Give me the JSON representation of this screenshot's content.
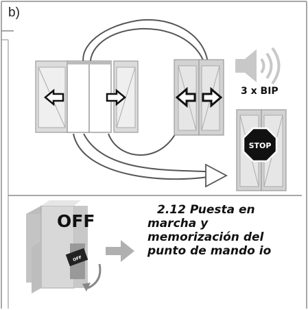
{
  "panel_label": "b)",
  "beep_label": "3 x BIP",
  "stop_label": "STOP",
  "off_label": "OFF",
  "switch_label": "OFF",
  "caption_lines": [
    "2.12 Puesta en",
    "marcha y",
    "memorización del",
    "punto de mando io"
  ],
  "icons": [
    "window-pair-icon",
    "speaker-icon",
    "stop-sign-icon",
    "circuit-breaker-icon"
  ],
  "colors": {
    "line": "#707070",
    "panel_gray": "#d2d2d2",
    "frame_gray": "#bdbdbd",
    "stop_red": "#111111"
  }
}
